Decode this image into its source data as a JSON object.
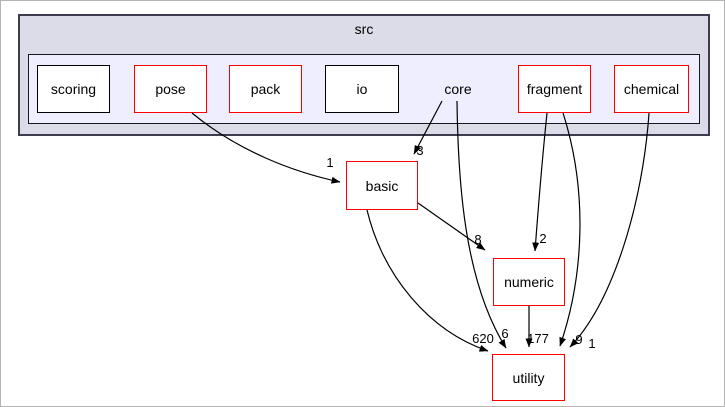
{
  "diagram": {
    "type": "directory-dependency-graph",
    "cluster": {
      "label": "src"
    },
    "nodes": {
      "scoring": {
        "label": "scoring",
        "border_color": "#000000"
      },
      "pose": {
        "label": "pose",
        "border_color": "#ff0000"
      },
      "pack": {
        "label": "pack",
        "border_color": "#ff0000"
      },
      "io": {
        "label": "io",
        "border_color": "#000000"
      },
      "core": {
        "label": "core",
        "border_color": "none"
      },
      "fragment": {
        "label": "fragment",
        "border_color": "#ff0000"
      },
      "chemical": {
        "label": "chemical",
        "border_color": "#ff0000"
      },
      "basic": {
        "label": "basic",
        "border_color": "#ff0000"
      },
      "numeric": {
        "label": "numeric",
        "border_color": "#ff0000"
      },
      "utility": {
        "label": "utility",
        "border_color": "#ff0000"
      }
    },
    "edges": [
      {
        "from": "pose",
        "to": "basic",
        "label": "1"
      },
      {
        "from": "core",
        "to": "basic",
        "label": "3"
      },
      {
        "from": "core",
        "to": "utility",
        "label": "6"
      },
      {
        "from": "basic",
        "to": "numeric",
        "label": "8"
      },
      {
        "from": "basic",
        "to": "utility",
        "label": "620"
      },
      {
        "from": "fragment",
        "to": "numeric",
        "label": "2"
      },
      {
        "from": "fragment",
        "to": "utility",
        "label": "9"
      },
      {
        "from": "numeric",
        "to": "utility",
        "label": "177"
      },
      {
        "from": "chemical",
        "to": "utility",
        "label": "1"
      }
    ],
    "colors": {
      "outer_cluster_fill": "#dcdce8",
      "inner_cluster_fill": "#eeeeff",
      "red_border": "#ff0000",
      "black_border": "#000000",
      "edge": "#000000",
      "node_fill": "#ffffff",
      "background": "#ffffff"
    }
  }
}
